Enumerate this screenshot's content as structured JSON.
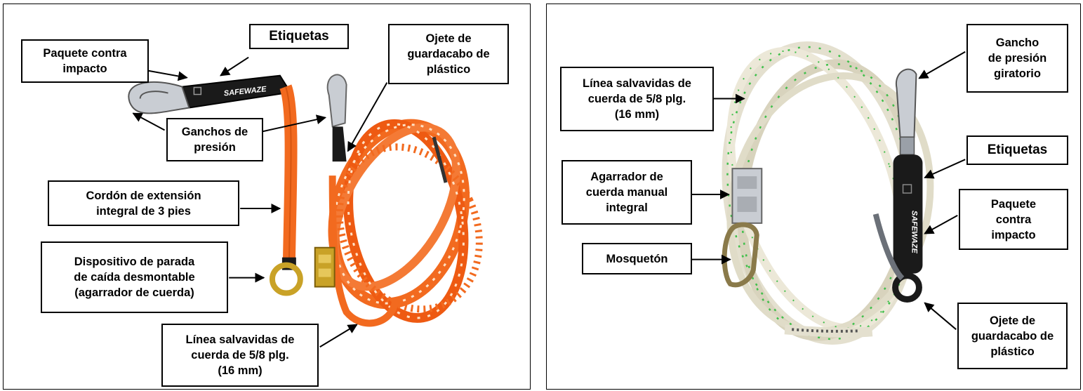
{
  "left_panel": {
    "brand": "SAFEWAZE",
    "labels": {
      "paquete": "Paquete contra\nimpacto",
      "etiquetas": "Etiquetas",
      "ojete": "Ojete de\nguardacabo de\nplástico",
      "ganchos": "Ganchos de\npresión",
      "cordon": "Cordón de extensión\nintegral de 3 pies",
      "dispositivo": "Dispositivo de parada\nde caída desmontable\n(agarrador de cuerda)",
      "linea": "Línea salvavidas de\ncuerda de 5/8 plg.\n(16 mm)"
    }
  },
  "right_panel": {
    "brand": "SAFEWAZE",
    "labels": {
      "linea": "Línea salvavidas de\ncuerda de 5/8 plg.\n(16 mm)",
      "agarrador": "Agarrador de\ncuerda manual\nintegral",
      "mosqueton": "Mosquetón",
      "gancho": "Gancho\nde presión\ngiratorio",
      "etiquetas": "Etiquetas",
      "paquete": "Paquete\ncontra\nimpacto",
      "ojete": "Ojete de\nguardacabo de\nplástico"
    }
  },
  "colors": {
    "orange_rope": "#f26a1f",
    "white_rope": "#e4e0cf",
    "green_strand": "#3fbf4a",
    "shock_pack": "#1a1a1a",
    "metal": "#c9cdd3",
    "brass": "#c9a227"
  }
}
